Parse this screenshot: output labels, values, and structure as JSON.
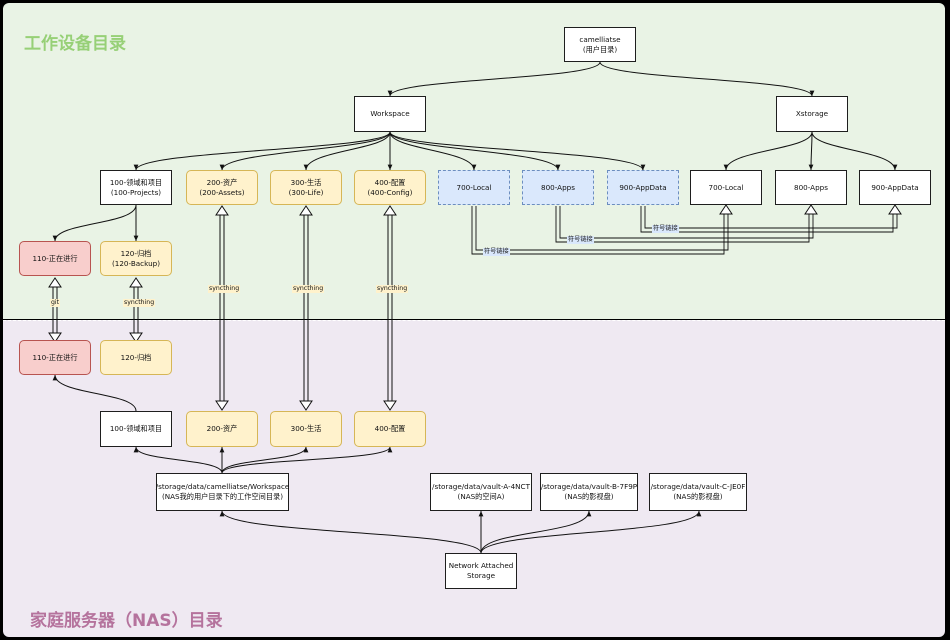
{
  "regions": {
    "top_title": "工作设备目录",
    "bottom_title": "家庭服务器（NAS）目录"
  },
  "colors": {
    "top_region": "#e9f3e5",
    "bottom_region": "#efe9f2",
    "top_title": "#97d077",
    "bottom_title": "#b5739d",
    "yellow_fill": "#fff2cc",
    "red_fill": "#f8cecc",
    "blue_fill": "#dae8fc"
  },
  "nodes": {
    "root": [
      "camelliatse",
      "(用户目录)"
    ],
    "workspace": [
      "Workspace"
    ],
    "xstorage": [
      "Xstorage"
    ],
    "ws_100": [
      "100-领域和项目",
      "(100-Projects)"
    ],
    "ws_200": [
      "200-资产",
      "(200-Assets)"
    ],
    "ws_300": [
      "300-生活",
      "(300-Life)"
    ],
    "ws_400": [
      "400-配置",
      "(400-Config)"
    ],
    "ws_700": [
      "700-Local"
    ],
    "ws_800": [
      "800-Apps"
    ],
    "ws_900": [
      "900-AppData"
    ],
    "xs_700": [
      "700-Local"
    ],
    "xs_800": [
      "800-Apps"
    ],
    "xs_900": [
      "900-AppData"
    ],
    "top_110": [
      "110-正在进行"
    ],
    "top_120": [
      "120-归档",
      "(120-Backup)"
    ],
    "nas_110": [
      "110-正在进行"
    ],
    "nas_120": [
      "120-归档"
    ],
    "nas_100": [
      "100-领域和项目"
    ],
    "nas_200": [
      "200-资产"
    ],
    "nas_300": [
      "300-生活"
    ],
    "nas_400": [
      "400-配置"
    ],
    "nas_workspace": [
      "/storage/data/camelliatse/Workspace",
      "(NAS我的用户目录下的工作空间目录)"
    ],
    "vault_a": [
      "/storage/data/vault-A-4NCT",
      "(NAS的空间A)"
    ],
    "vault_b": [
      "/storage/data/vault-B-7F9P",
      "(NAS的影视盘)"
    ],
    "vault_c": [
      "/storage/data/vault-C-JE0F",
      "(NAS的影视盘)"
    ],
    "nas": [
      "Network Attached",
      "Storage"
    ]
  },
  "edge_labels": {
    "git": "git",
    "sync_120": "syncthing",
    "sync_200": "syncthing",
    "sync_300": "syncthing",
    "sync_400": "syncthing",
    "symlink_900": "符号链接",
    "symlink_800": "符号链接",
    "symlink_700": "符号链接"
  }
}
